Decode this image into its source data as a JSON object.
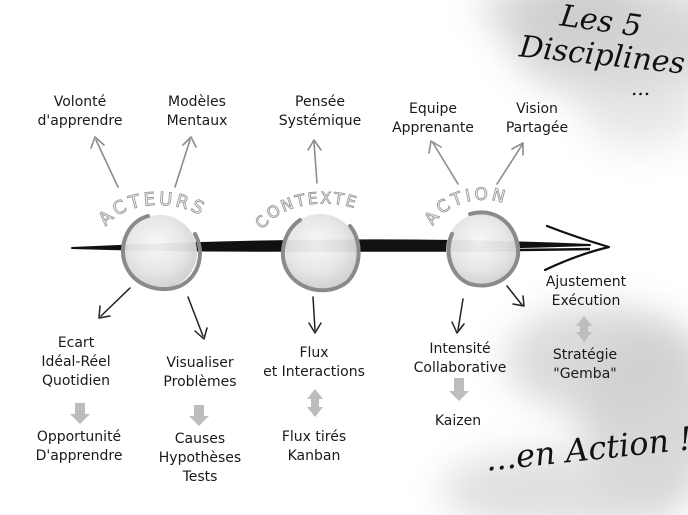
{
  "header": {
    "title_line1": "Les 5",
    "title_line2": "Disciplines",
    "title_dots": "...",
    "footer": "...en Action !"
  },
  "stages": [
    {
      "name": "ACTEURS"
    },
    {
      "name": "CONTEXTE"
    },
    {
      "name": "ACTION"
    }
  ],
  "disciplines": {
    "volonte": [
      "Volonté",
      "d'apprendre"
    ],
    "modeles": [
      "Modèles",
      "Mentaux"
    ],
    "pensee": [
      "Pensée",
      "Systémique"
    ],
    "equipe": [
      "Equipe",
      "Apprenante"
    ],
    "vision": [
      "Vision",
      "Partagée"
    ]
  },
  "practices": {
    "ecart": [
      "Ecart",
      "Idéal-Réel",
      "Quotidien"
    ],
    "opportunite": [
      "Opportunité",
      "D'apprendre"
    ],
    "visualiser": [
      "Visualiser",
      "Problèmes"
    ],
    "causes": [
      "Causes",
      "Hypothèses",
      "Tests"
    ],
    "flux": [
      "Flux",
      "et Interactions"
    ],
    "kanban": [
      "Flux tirés",
      "Kanban"
    ],
    "intensite": [
      "Intensité",
      "Collaborative"
    ],
    "kaizen": [
      "Kaizen"
    ],
    "ajustement": [
      "Ajustement",
      "Exécution"
    ],
    "strategie": [
      "Stratégie",
      "\"Gemba\""
    ]
  },
  "colors": {
    "ink": "#111111",
    "arrow_gray": "#8c8c8c",
    "block_arrow": "#bdbdbd",
    "circle_stroke": "#888888",
    "circle_fill": "#e4e4e4",
    "wash": "#d6d6d6"
  }
}
